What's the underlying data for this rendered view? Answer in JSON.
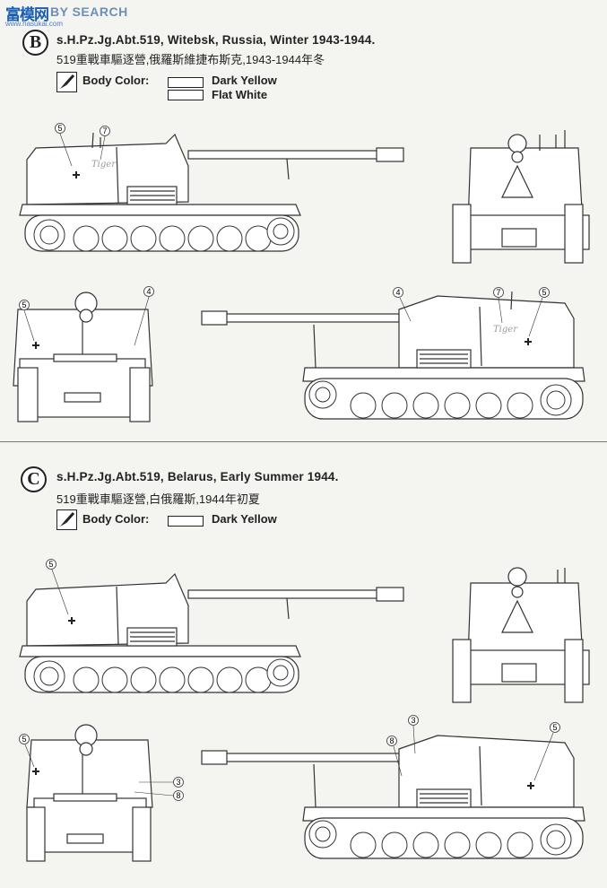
{
  "watermark": {
    "cn": "富模网",
    "en": "BY SEARCH",
    "url": "www.hasukai.com"
  },
  "section_b": {
    "badge": "B",
    "title": "s.H.Pz.Jg.Abt.519, Witebsk, Russia, Winter 1943-1944.",
    "subtitle": "519重戰車驅逐營,俄羅斯維捷布斯克,1943-1944年冬",
    "body_color_label": "Body Color:",
    "colors": [
      "Dark Yellow",
      "Flat White"
    ],
    "callouts": {
      "side_top": [
        "5",
        "7"
      ],
      "rear": [
        "5",
        "4"
      ],
      "side_bottom": [
        "4",
        "7",
        "5"
      ]
    },
    "tiger_text": "Tiger"
  },
  "section_c": {
    "badge": "C",
    "title": "s.H.Pz.Jg.Abt.519, Belarus, Early Summer 1944.",
    "subtitle": "519重戰車驅逐營,白俄羅斯,1944年初夏",
    "body_color_label": "Body Color:",
    "colors": [
      "Dark Yellow"
    ],
    "callouts": {
      "side_top": [
        "5"
      ],
      "rear": [
        "5",
        "3",
        "8"
      ],
      "side_bottom": [
        "3",
        "8",
        "5"
      ]
    }
  },
  "colors": {
    "line": "#333333",
    "paper": "#f4f4f1",
    "hull": "#ffffff"
  }
}
